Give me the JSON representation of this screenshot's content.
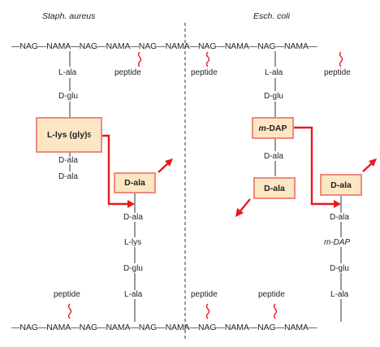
{
  "titles": {
    "left": "Staph. aureus",
    "right": "Esch. coli"
  },
  "chains": {
    "top": "—NAG—NAMA—NAG—NAMA—NAG—NAMA—NAG—NAMA—NAG—NAMA—",
    "bottom": "—NAG—NAMA—NAG—NAMA—NAG—NAMA—NAG—NAMA—NAG—NAMA—"
  },
  "labels": {
    "peptide": "peptide",
    "l_ala": "L-ala",
    "d_glu": "D-glu",
    "d_ala": "D-ala",
    "l_lys": "L-lys",
    "m_dap": "m-DAP"
  },
  "boxes": {
    "l_lys_gly": "L-lys (gly)",
    "l_lys_gly_sub": "5",
    "d_ala": "D-ala",
    "m_dap_prefix": "m",
    "m_dap_suffix": "-DAP"
  },
  "colors": {
    "arrow": "#e8191f",
    "box_fill": "#fde6c4",
    "box_border": "#ee8a7a",
    "divider": "#333333"
  }
}
